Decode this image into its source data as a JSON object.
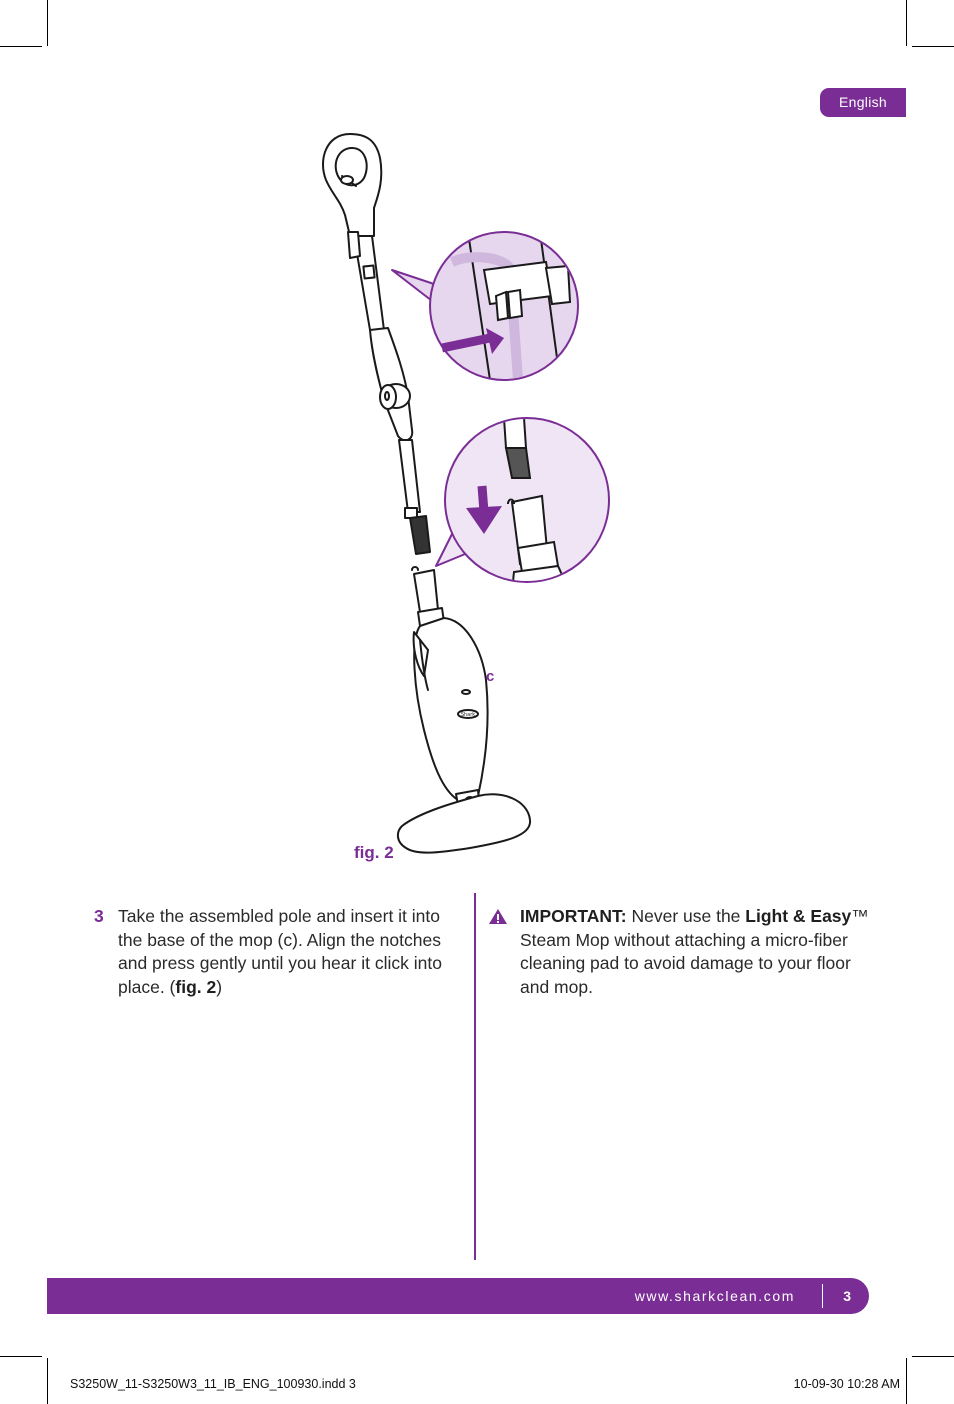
{
  "header": {
    "language_tab": "English"
  },
  "figure": {
    "part_label": "c",
    "caption": "fig. 2",
    "logo_text": "Shark"
  },
  "step": {
    "number": "3",
    "text_1": "Take the assembled pole and insert it into the base of the mop (c). Align the notches and press gently until you hear it click into place. (",
    "fig_ref": "fig. 2",
    "text_2": ")"
  },
  "important": {
    "label": "IMPORTANT:",
    "text_1": " Never use the ",
    "product": "Light & Easy",
    "text_2": "™ Steam Mop without attaching a micro-fiber cleaning pad to avoid damage to your floor and mop."
  },
  "footer": {
    "url": "www.sharkclean.com",
    "page_number": "3"
  },
  "print_slug": {
    "file": "S3250W_11-S3250W3_11_IB_ENG_100930.indd   3",
    "timestamp": "10-09-30   10:28 AM"
  },
  "colors": {
    "accent": "#7b2d96",
    "callout_fill": "#e6d6ee",
    "callout_fill_light": "#efe5f4"
  }
}
